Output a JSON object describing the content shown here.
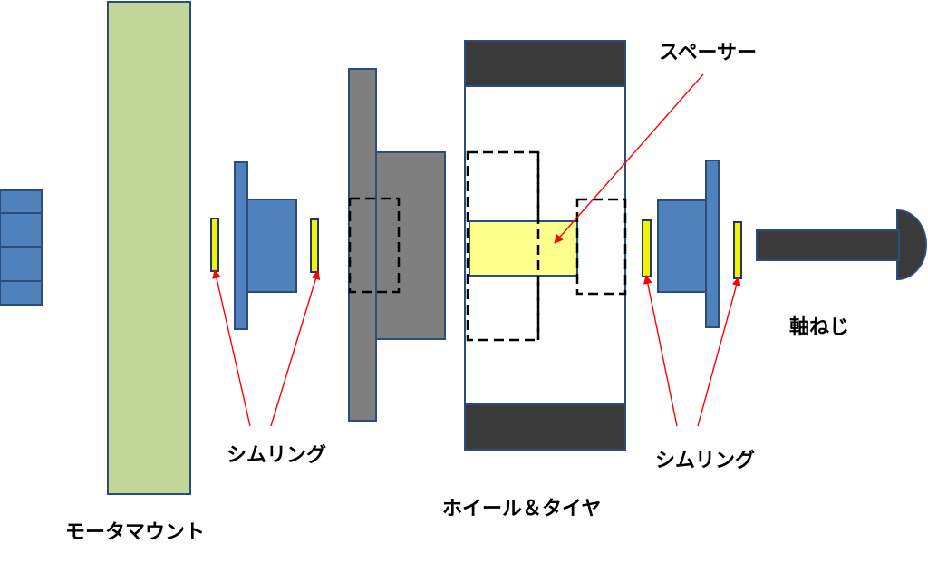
{
  "labels": {
    "spacer": "スペーサー",
    "shim_left": "シムリング",
    "shim_right": "シムリング",
    "axle_screw": "軸ねじ",
    "wheel_tire": "ホイール＆タイヤ",
    "motor_mount": "モータマウント"
  },
  "colors": {
    "part_blue": "#4f81bd",
    "part_blue_border": "#2c4d7a",
    "mount_green": "#c4d79b",
    "hub_gray": "#7f7f7f",
    "dark": "#3a3a3a",
    "shim_yellow": "#f2f20a",
    "spacer_yellow": "#ffff8c",
    "arrow_red": "#ff0000"
  }
}
